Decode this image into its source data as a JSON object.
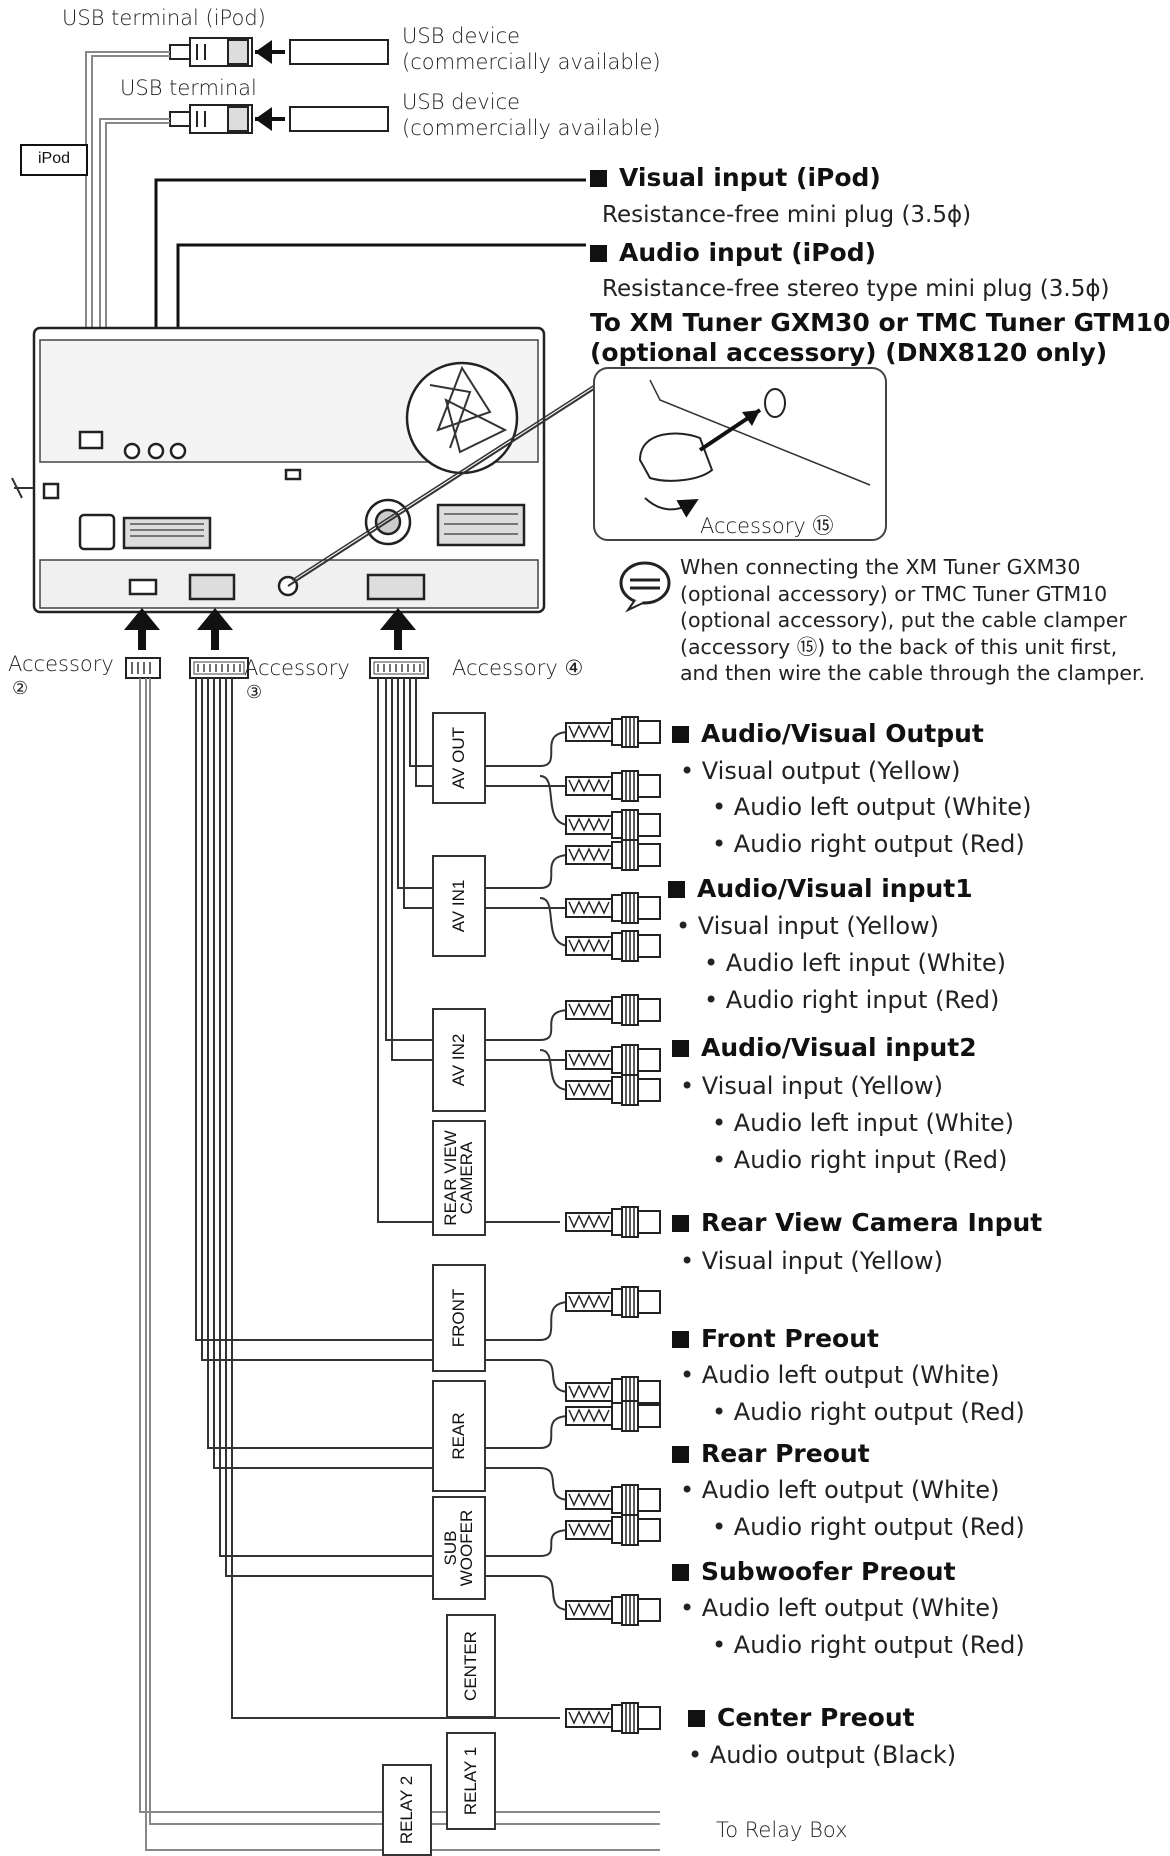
{
  "top": {
    "usb_ipod_terminal": "USB terminal (iPod)",
    "usb_terminal": "USB terminal",
    "usb_device_1_line1": "USB device",
    "usb_device_1_line2": "(commercially available)",
    "usb_device_2_line1": "USB device",
    "usb_device_2_line2": "(commercially available)",
    "ipod_box": "iPod"
  },
  "inputs": {
    "visual_input_heading": "Visual input (iPod)",
    "visual_input_sub": "Resistance-free mini plug (3.5ϕ)",
    "audio_input_heading": "Audio input (iPod)",
    "audio_input_sub": "Resistance-free stereo type mini plug (3.5ϕ)",
    "tuner_line1": "To XM Tuner GXM30 or TMC Tuner GTM10",
    "tuner_line2": "(optional accessory) (DNX8120 only)"
  },
  "accessories": {
    "acc15": "Accessory ⑮",
    "acc2_label": "Accessory",
    "acc2_num": "②",
    "acc3_label": "Accessory",
    "acc3_num": "③",
    "acc4": "Accessory ④"
  },
  "note": "When connecting the XM Tuner GXM30 (optional accessory) or TMC Tuner GTM10 (optional accessory), put the cable clamper (accessory ⑮) to the back of this unit first, and then wire the cable through the clamper.",
  "cable_labels": {
    "av_out": "AV OUT",
    "av_in1": "AV IN1",
    "av_in2": "AV IN2",
    "rear_view_camera_l1": "REAR VIEW",
    "rear_view_camera_l2": "CAMERA",
    "front": "FRONT",
    "rear": "REAR",
    "sub_woofer_l1": "SUB",
    "sub_woofer_l2": "WOOFER",
    "center": "CENTER",
    "relay1": "RELAY 1",
    "relay2": "RELAY 2"
  },
  "outputs": {
    "av_output": {
      "heading": "Audio/Visual   Output",
      "b1": "• Visual output (Yellow)",
      "b2": "• Audio left output (White)",
      "b3": "• Audio right output (Red)"
    },
    "av_input1": {
      "heading": "Audio/Visual   input1",
      "b1": "• Visual input (Yellow)",
      "b2": "• Audio left input (White)",
      "b3": "• Audio right input (Red)"
    },
    "av_input2": {
      "heading": "Audio/Visual   input2",
      "b1": "• Visual input (Yellow)",
      "b2": "• Audio left input (White)",
      "b3": "• Audio right input (Red)"
    },
    "rear_camera": {
      "heading": "Rear View Camera Input",
      "b1": "• Visual input (Yellow)"
    },
    "front_preout": {
      "heading": "Front   Preout",
      "b1": "• Audio left output (White)",
      "b2": "• Audio right output (Red)"
    },
    "rear_preout": {
      "heading": "Rear   Preout",
      "b1": "• Audio left output (White)",
      "b2": "• Audio right output (Red)"
    },
    "sub_preout": {
      "heading": "Subwoofer   Preout",
      "b1": "• Audio left output (White)",
      "b2": "• Audio right output (Red)"
    },
    "center_preout": {
      "heading": "Center   Preout",
      "b1": "• Audio output (Black)"
    }
  },
  "relay_box": "To Relay Box"
}
